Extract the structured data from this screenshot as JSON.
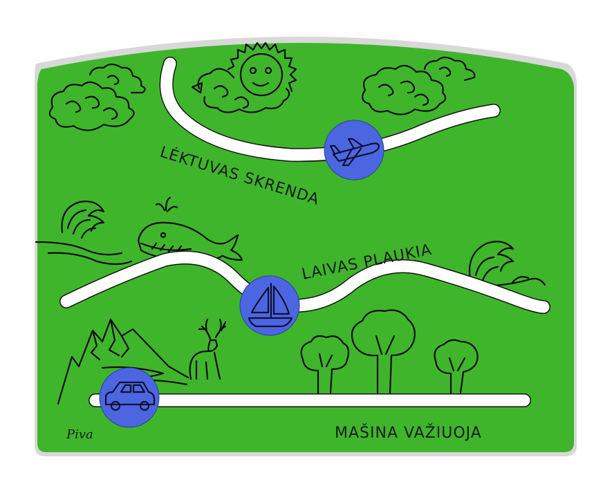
{
  "board": {
    "color": "#3fb52c",
    "frame_color": "#d8d8d8",
    "slot_color": "#ffffff",
    "knob_color": "#4b66e0"
  },
  "tracks": [
    {
      "id": "plane",
      "label": "LĖKTUVAS SKRENDA",
      "knob_icon": "airplane-icon"
    },
    {
      "id": "boat",
      "label": "LAIVAS PLAUKIA",
      "knob_icon": "sailboat-icon"
    },
    {
      "id": "car",
      "label": "MAŠINA VAŽIUOJA",
      "knob_icon": "car-icon"
    }
  ],
  "decorations": [
    "cloud-icon",
    "sun-icon",
    "wave-icon",
    "whale-icon",
    "mountain-icon",
    "deer-icon",
    "tree-icon"
  ],
  "signature": "Piva"
}
